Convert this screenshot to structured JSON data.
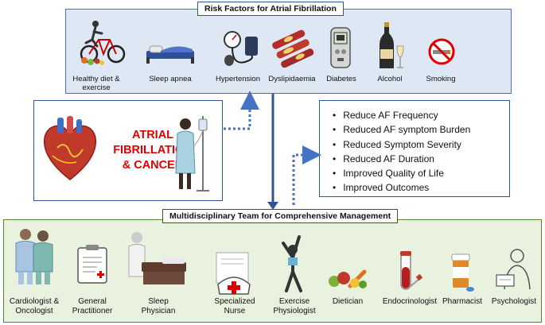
{
  "risk_factors": {
    "title": "Risk Factors for Atrial Fibrillation",
    "items": [
      {
        "label": "Healthy diet &\nexercise",
        "icon": "cyclist-icon"
      },
      {
        "label": "Sleep apnea",
        "icon": "bed-icon"
      },
      {
        "label": "Hypertension",
        "icon": "blood-pressure-icon"
      },
      {
        "label": "Dyslipidaemia",
        "icon": "artery-icon"
      },
      {
        "label": "Diabetes",
        "icon": "glucometer-icon"
      },
      {
        "label": "Alcohol",
        "icon": "wine-bottle-icon"
      },
      {
        "label": "Smoking",
        "icon": "no-smoking-icon"
      }
    ]
  },
  "center": {
    "title": "ATRIAL\nFIBRILLATION\n& CANCER",
    "title_color": "#e00000"
  },
  "outcomes": {
    "items": [
      "Reduce AF Frequency",
      "Reduced AF symptom Burden",
      "Reduced Symptom Severity",
      "Reduced AF Duration",
      "Improved Quality of Life",
      "Improved Outcomes"
    ]
  },
  "team": {
    "title": "Multidisciplinary Team for Comprehensive Management",
    "members": [
      {
        "label": "Cardiologist &\nOncologist",
        "icon": "doctors-icon"
      },
      {
        "label": "General\nPractitioner",
        "icon": "clipboard-icon"
      },
      {
        "label": "Sleep\nPhysician",
        "icon": "sleep-lab-icon"
      },
      {
        "label": "Specialized\nNurse",
        "icon": "nurse-cap-icon"
      },
      {
        "label": "Exercise\nPhysiologist",
        "icon": "exercise-icon"
      },
      {
        "label": "Dietician",
        "icon": "vegetables-icon"
      },
      {
        "label": "Endocrinologist",
        "icon": "test-tube-icon"
      },
      {
        "label": "Pharmacist",
        "icon": "pill-bottle-icon"
      },
      {
        "label": "Psychologist",
        "icon": "psychologist-icon"
      }
    ]
  },
  "colors": {
    "box_border": "#2f5597",
    "risk_bg": "#dde8f4",
    "team_bg": "#e8f2df",
    "team_border": "#548235",
    "arrow": "#4472c4"
  }
}
